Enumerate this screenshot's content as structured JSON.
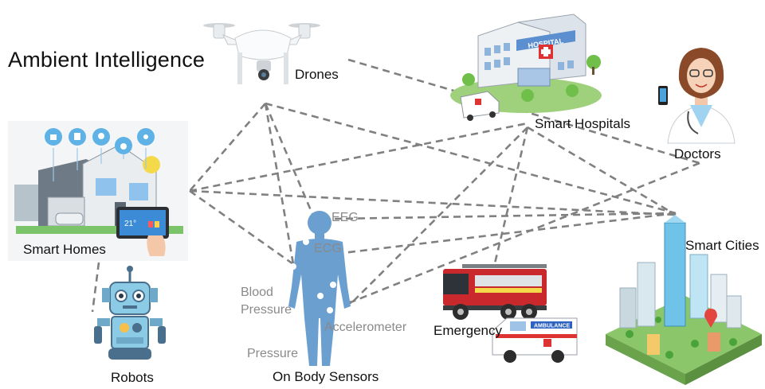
{
  "title": "Ambient Intelligence",
  "nodes": {
    "drones": "Drones",
    "smart_hospitals": "Smart Hospitals",
    "doctors": "Doctors",
    "smart_homes": "Smart Homes",
    "smart_cities": "Smart Cities",
    "robots": "Robots",
    "emergency": "Emergency",
    "on_body_sensors": "On Body Sensors"
  },
  "sensors": {
    "eeg": "EEG",
    "ecg": "ECG",
    "blood_pressure_line1": "Blood",
    "blood_pressure_line2": "Pressure",
    "accelerometer": "Accelerometer",
    "pressure": "Pressure"
  },
  "hospital_sign": "HOSPITAL",
  "ambulance_sign": "AMBULANCE",
  "thermostat_reading": "21°",
  "colors": {
    "connector": "#808080",
    "body": "#6a9fcf",
    "sensor_text": "#8a8a8a",
    "hospital_blue": "#5b8fcf",
    "fire_red": "#c9282d",
    "city_green": "#7cc46a"
  }
}
